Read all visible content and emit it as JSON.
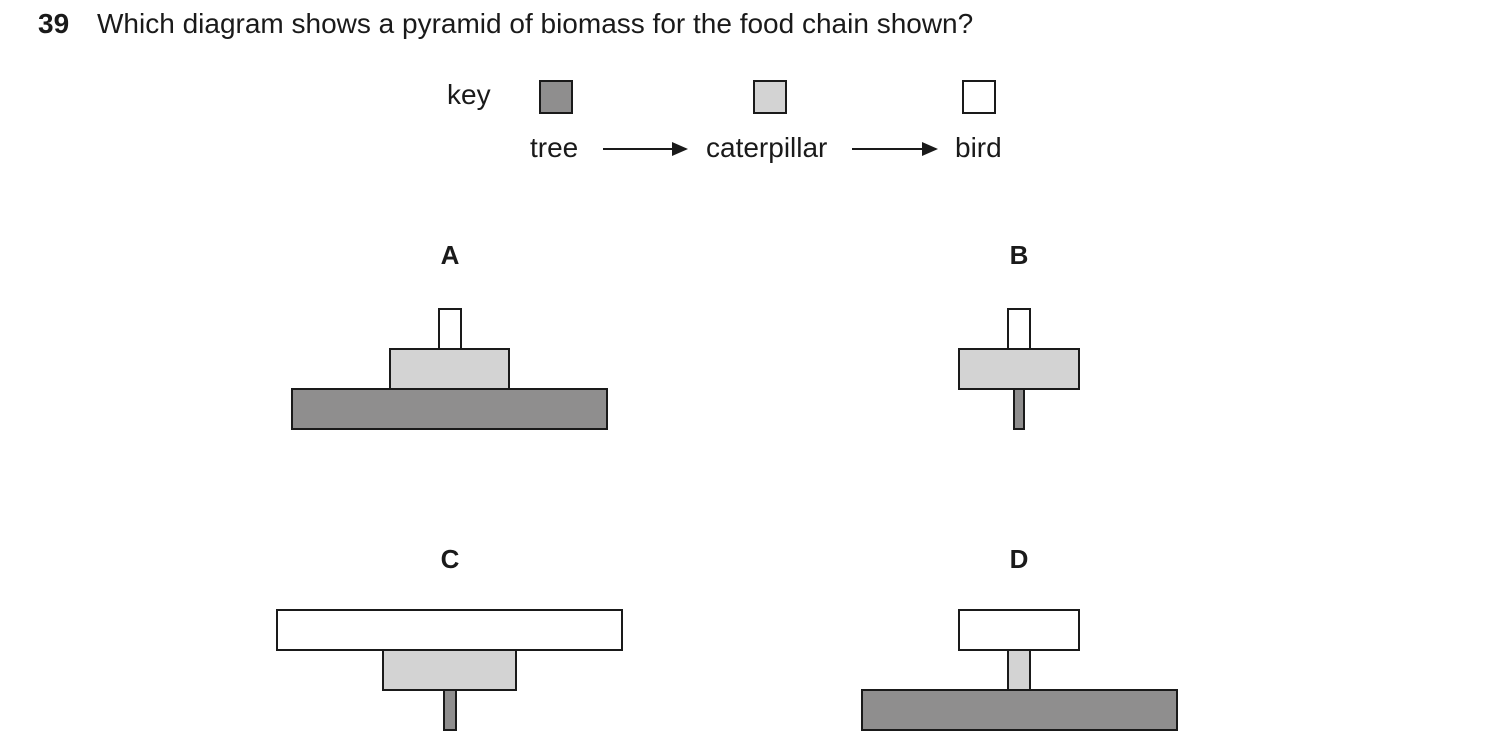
{
  "question": {
    "number": "39",
    "text": "Which diagram shows a pyramid of biomass for the food chain shown?"
  },
  "key": {
    "label": "key",
    "organisms": [
      {
        "name": "tree",
        "color": "#8f8e8e"
      },
      {
        "name": "caterpillar",
        "color": "#d3d3d3"
      },
      {
        "name": "bird",
        "color": "#ffffff"
      }
    ]
  },
  "food_chain": [
    "tree",
    "caterpillar",
    "bird"
  ],
  "options": [
    {
      "label": "A"
    },
    {
      "label": "B"
    },
    {
      "label": "C"
    },
    {
      "label": "D"
    }
  ]
}
